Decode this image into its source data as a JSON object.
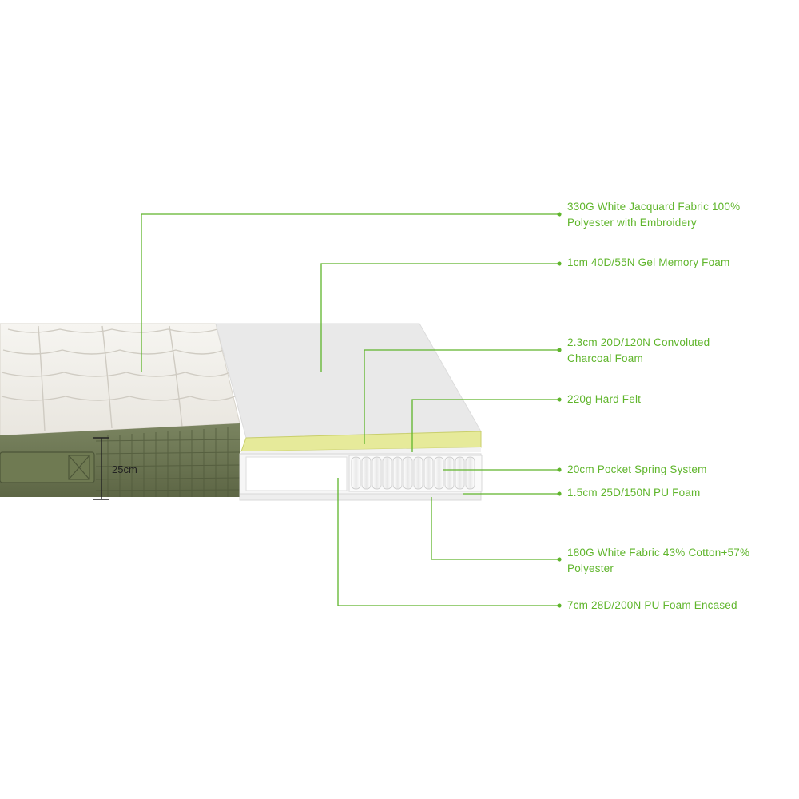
{
  "colors": {
    "accent": "#5fb52b",
    "label": "#5fb52b",
    "ticking": "#f3f1ec",
    "quilt_line": "#cfcbc2",
    "border_fabric": "#6b7550",
    "memory_foam": "#e9e9e9",
    "charcoal_foam": "#e6ea9a",
    "pu_foam": "#f4f4f4"
  },
  "dimension": {
    "label": "25cm"
  },
  "callouts": [
    {
      "id": "jacquard-fabric",
      "lines": [
        "330G White Jacquard Fabric 100%",
        "Polyester with Embroidery"
      ]
    },
    {
      "id": "gel-memory-foam",
      "lines": [
        "1cm 40D/55N Gel Memory Foam"
      ]
    },
    {
      "id": "charcoal-foam",
      "lines": [
        "2.3cm 20D/120N Convoluted",
        "Charcoal Foam"
      ]
    },
    {
      "id": "hard-felt",
      "lines": [
        "220g Hard Felt"
      ]
    },
    {
      "id": "pocket-spring",
      "lines": [
        "20cm Pocket Spring System"
      ]
    },
    {
      "id": "pu-foam-thin",
      "lines": [
        "1.5cm 25D/150N PU Foam"
      ]
    },
    {
      "id": "white-fabric",
      "lines": [
        "180G White Fabric 43% Cotton+57%",
        "Polyester"
      ]
    },
    {
      "id": "pu-foam-encased",
      "lines": [
        "7cm 28D/200N PU Foam Encased"
      ]
    }
  ]
}
